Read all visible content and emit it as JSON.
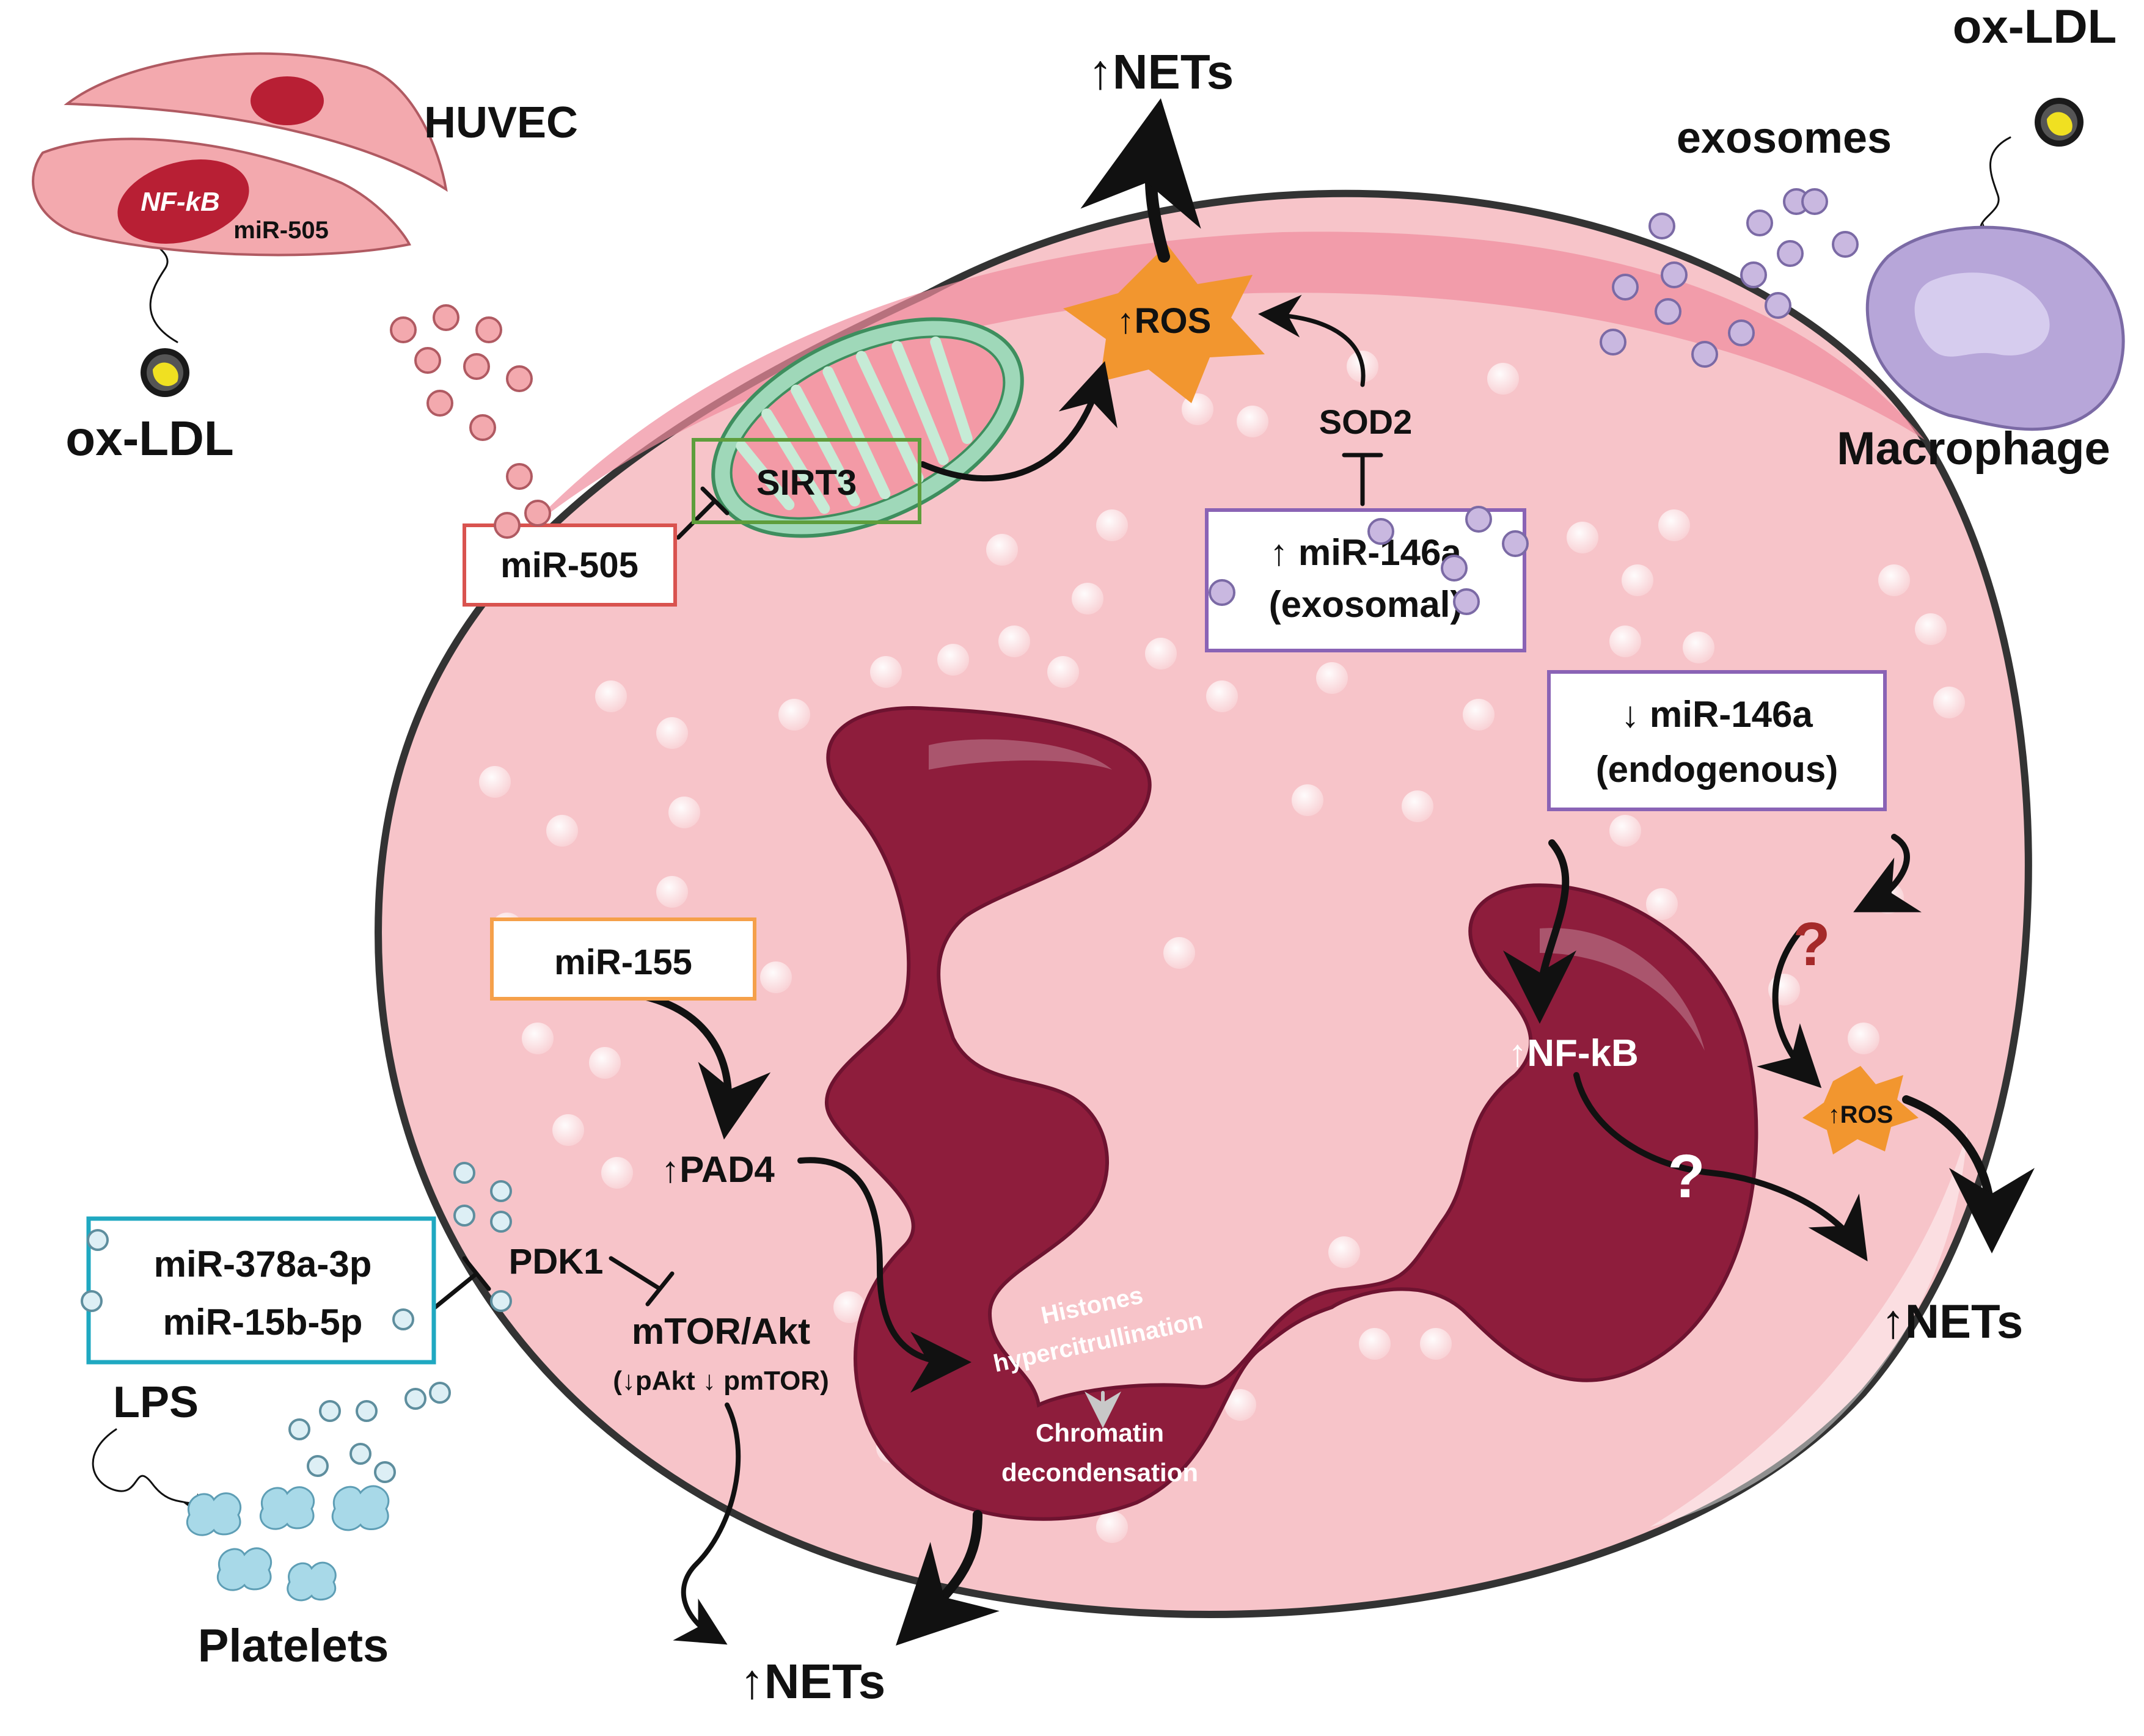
{
  "colors": {
    "cell_fill": "#F7C4C9",
    "cell_border": "#333333",
    "nucleus": "#8E1D3C",
    "nucleus_dark": "#6E1330",
    "ros_star": "#F2962F",
    "huvec": "#F3A9AE",
    "huvec_nucleus": "#B81F34",
    "mito_outer": "#9FD8B9",
    "mito_inner": "#F39AA6",
    "macrophage": "#B7A6D9",
    "exosome": "#C9B8E0",
    "platelet": "#A8D9E8",
    "box_red": "#D9534F",
    "box_green": "#5E9E3C",
    "box_purple": "#8A63B5",
    "box_orange": "#F5A04A",
    "box_cyan": "#1FA8C1",
    "question_red": "#A52A2A"
  },
  "labels": {
    "huvec": "HUVEC",
    "nfkb_huvec": "NF-kB",
    "mir505_small": "miR-505",
    "oxldl_left": "ox-LDL",
    "oxldl_right": "ox-LDL",
    "exosomes": "exosomes",
    "macrophage": "Macrophage",
    "nets_top": "↑NETs",
    "ros_top": "↑ROS",
    "sod2": "SOD2",
    "sirt3": "SIRT3",
    "mir505_box": "miR-505",
    "mir146a_exo_line1": "↑ miR-146a",
    "mir146a_exo_line2": "(exosomal)",
    "mir146a_endo_line1": "↓ miR-146a",
    "mir146a_endo_line2": "(endogenous)",
    "question_red": "?",
    "question_white": "?",
    "nfkb_nucleus": "↑NF-kB",
    "ros_right": "↑ROS",
    "nets_right": "↑NETs",
    "mir155": "miR-155",
    "pad4": "↑PAD4",
    "pdk1": "PDK1",
    "mtor_akt": "mTOR/Akt",
    "mtor_sub": "(↓pAkt ↓ pmTOR)",
    "mir378": "miR-378a-3p",
    "mir15b": "miR-15b-5p",
    "lps": "LPS",
    "platelets": "Platelets",
    "histones_line1": "Histones",
    "histones_line2": "hypercitrullination",
    "chromatin_line1": "Chromatin",
    "chromatin_line2": "decondensation",
    "nets_bottom": "↑NETs"
  }
}
